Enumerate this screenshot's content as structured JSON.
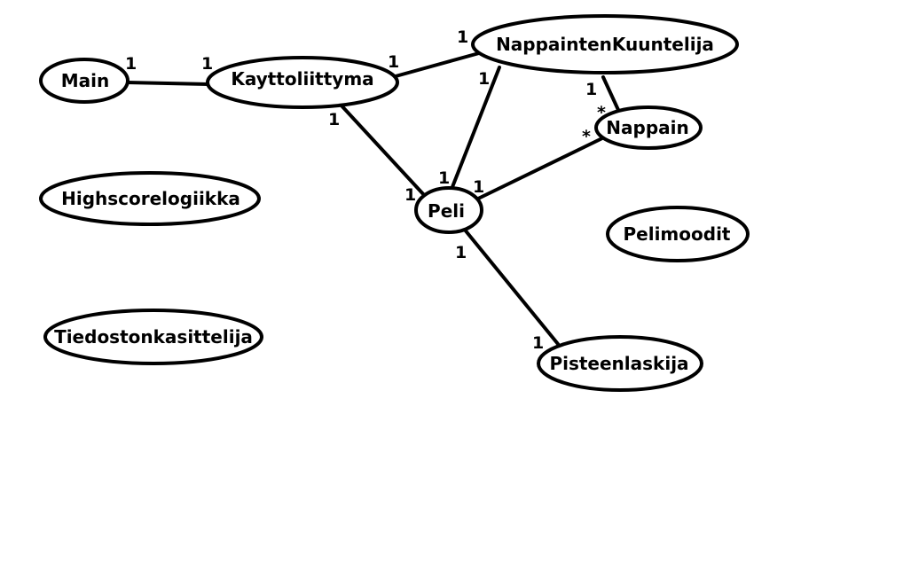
{
  "diagram": {
    "nodes": {
      "main": "Main",
      "kayttoliittyma": "Kayttoliittyma",
      "nappaintenkuuntelija": "NappaintenKuuntelija",
      "nappain": "Nappain",
      "peli": "Peli",
      "highscorelogiikka": "Highscorelogiikka",
      "pelimoodit": "Pelimoodit",
      "tiedostonkasittelija": "Tiedostonkasittelija",
      "pisteenlaskija": "Pisteenlaskija"
    },
    "multiplicities": {
      "main_kayttoliittyma_at_main": "1",
      "main_kayttoliittyma_at_kayttoliittyma": "1",
      "kayttoliittyma_nk_at_kayttoliittyma": "1",
      "kayttoliittyma_nk_at_nk": "1",
      "kayttoliittyma_peli_at_kayttoliittyma": "1",
      "kayttoliittyma_peli_at_peli": "1",
      "nk_peli_at_nk": "1",
      "nk_peli_at_peli": "1",
      "nk_nappain_at_nk": "1",
      "nk_nappain_at_nappain": "*",
      "peli_nappain_at_peli": "1",
      "peli_nappain_at_nappain": "*",
      "peli_pisteenlaskija_at_peli": "1",
      "peli_pisteenlaskija_at_pisteenlaskija": "1"
    }
  }
}
